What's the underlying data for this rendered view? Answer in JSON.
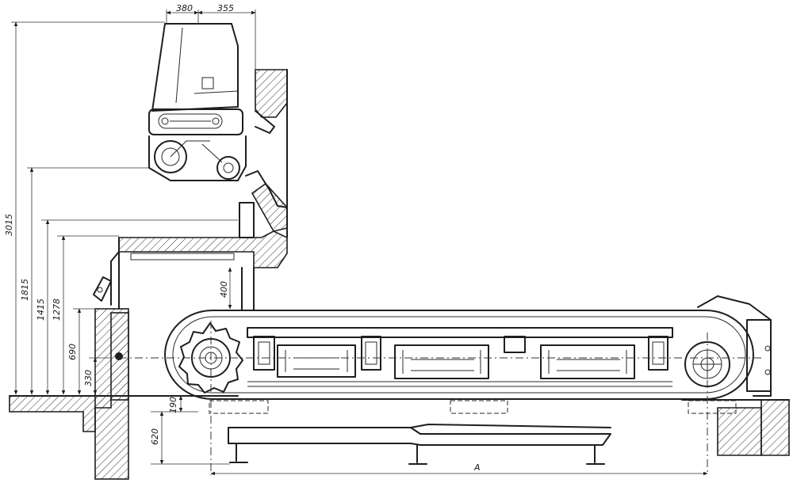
{
  "dimensions": {
    "width_top_left": "380",
    "width_top_right": "355",
    "height_total": "3015",
    "height_1815": "1815",
    "height_1415": "1415",
    "height_1278": "1278",
    "height_690": "690",
    "height_330": "330",
    "gap_400": "400",
    "gap_190": "190",
    "depth_620": "620",
    "length_a": "A"
  }
}
